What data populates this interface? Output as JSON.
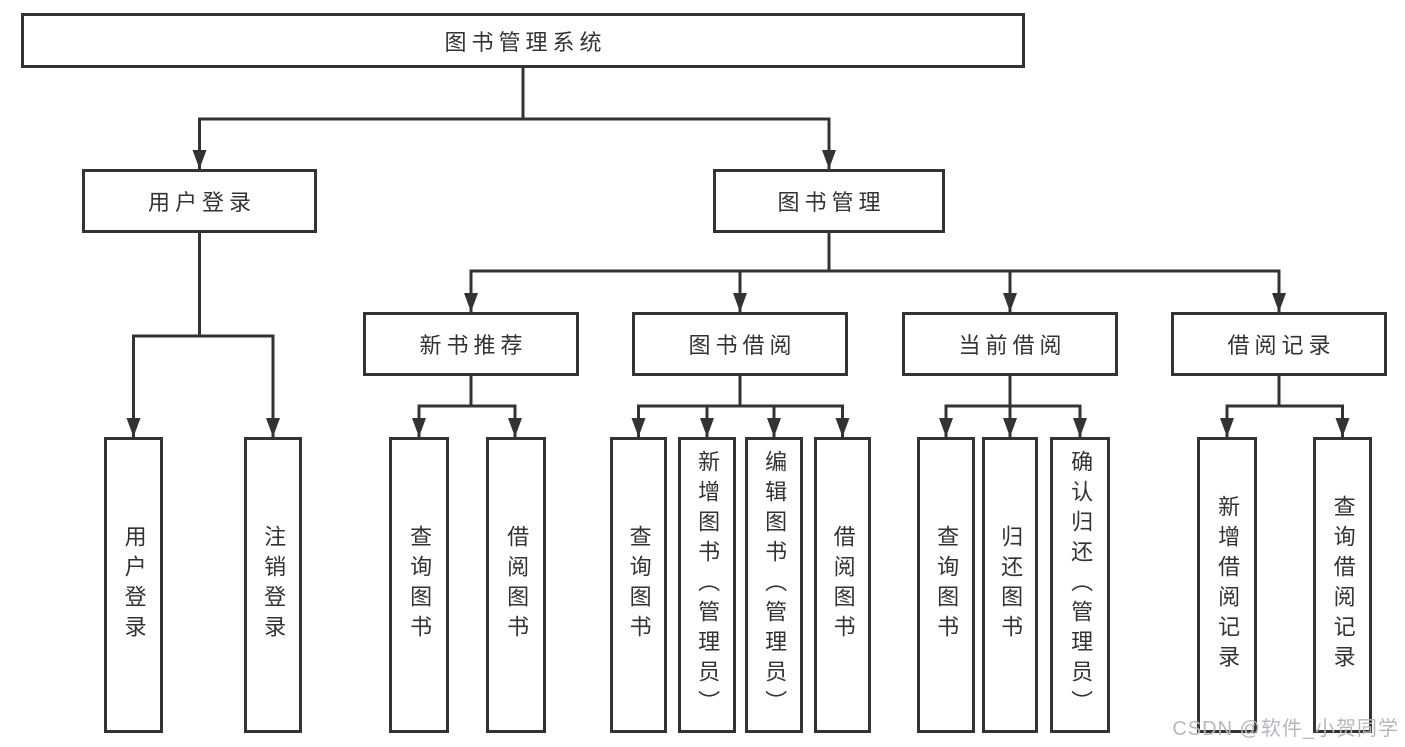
{
  "tree": {
    "root": {
      "label": "图书管理系统",
      "children": [
        {
          "label": "用户登录",
          "children": [
            {
              "label": "用户登录"
            },
            {
              "label": "注销登录"
            }
          ]
        },
        {
          "label": "图书管理",
          "children": [
            {
              "label": "新书推荐",
              "children": [
                {
                  "label": "查询图书"
                },
                {
                  "label": "借阅图书"
                }
              ]
            },
            {
              "label": "图书借阅",
              "children": [
                {
                  "label": "查询图书"
                },
                {
                  "label": "新增图书（管理员）"
                },
                {
                  "label": "编辑图书（管理员）"
                },
                {
                  "label": "借阅图书"
                }
              ]
            },
            {
              "label": "当前借阅",
              "children": [
                {
                  "label": "查询图书"
                },
                {
                  "label": "归还图书"
                },
                {
                  "label": "确认归还（管理员）"
                }
              ]
            },
            {
              "label": "借阅记录",
              "children": [
                {
                  "label": "新增借阅记录"
                },
                {
                  "label": "查询借阅记录"
                }
              ]
            }
          ]
        }
      ]
    }
  },
  "watermark": {
    "text": "CSDN @软件_小贺同学"
  },
  "colors": {
    "line": "#333333",
    "text": "#333333",
    "box_background": "#ffffff",
    "watermark": "#b4b8be"
  }
}
